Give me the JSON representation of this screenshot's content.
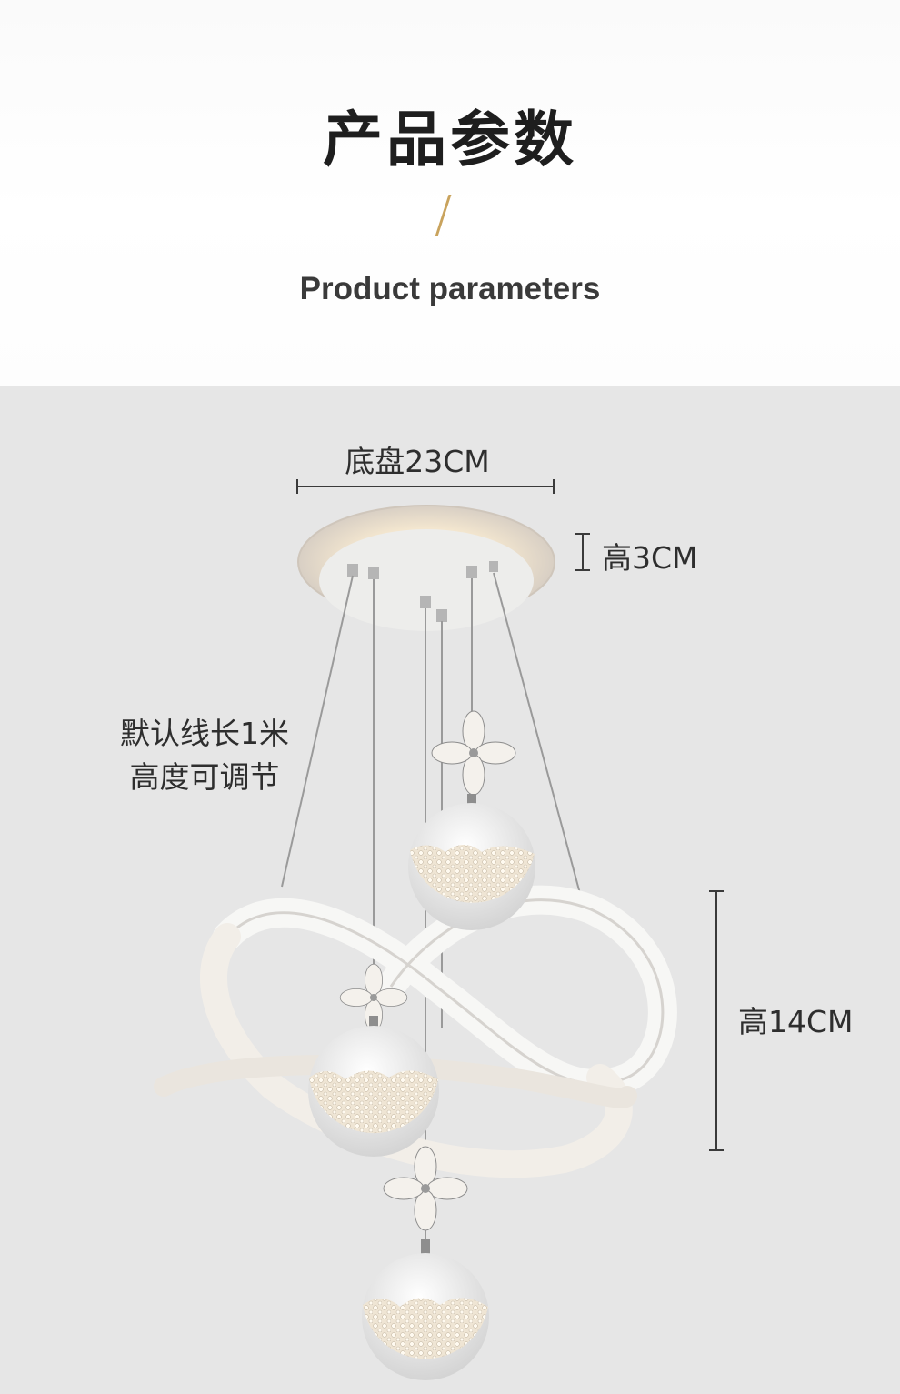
{
  "header": {
    "title_cn": "产品参数",
    "title_en": "Product parameters",
    "accent_color": "#c9a35d"
  },
  "dimensions": {
    "base": "底盘23CM",
    "base_height": "高3CM",
    "total_height": "高14CM",
    "cable_line1": "默认线长1米",
    "cable_line2": "高度可调节"
  },
  "icons": {
    "product": "pendant-lamp-icon"
  }
}
